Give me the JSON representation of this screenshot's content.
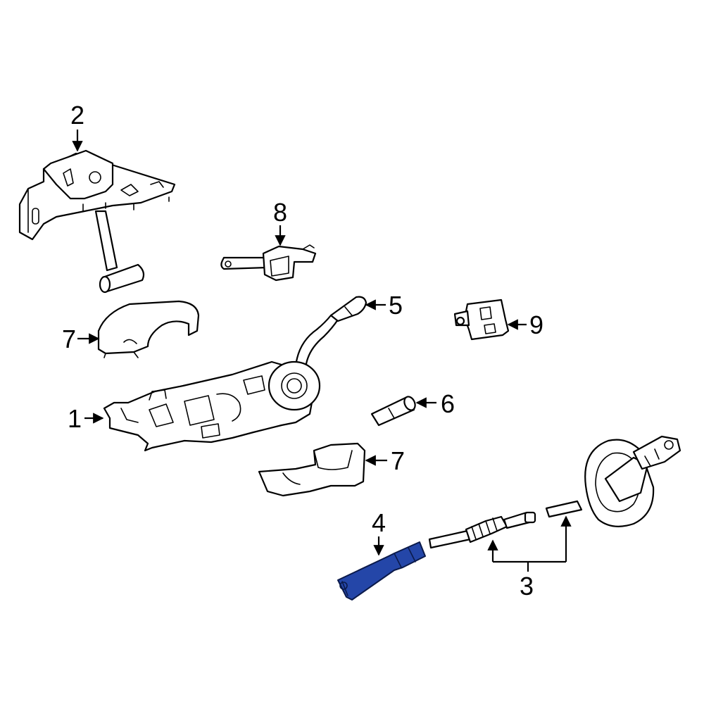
{
  "diagram": {
    "highlight_color": "#2446a8",
    "line_color": "#000000",
    "background_color": "#ffffff",
    "callouts": [
      {
        "id": "c1",
        "label": "1"
      },
      {
        "id": "c2",
        "label": "2"
      },
      {
        "id": "c3",
        "label": "3"
      },
      {
        "id": "c4",
        "label": "4"
      },
      {
        "id": "c5",
        "label": "5"
      },
      {
        "id": "c6",
        "label": "6"
      },
      {
        "id": "c7a",
        "label": "7"
      },
      {
        "id": "c7b",
        "label": "7"
      },
      {
        "id": "c8",
        "label": "8"
      },
      {
        "id": "c9",
        "label": "9"
      }
    ]
  }
}
